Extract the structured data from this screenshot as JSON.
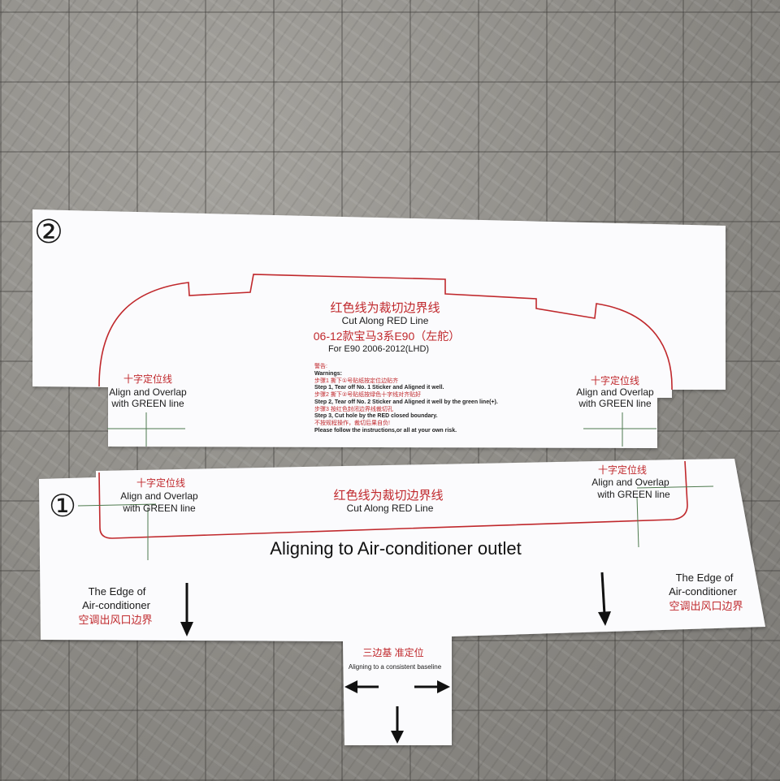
{
  "sheet2": {
    "number": "②",
    "cut_cn": "红色线为裁切边界线",
    "cut_en": "Cut Along RED Line",
    "model_cn": "06-12款宝马3系E90（左舵）",
    "model_en": "For E90 2006-2012(LHD)",
    "left_align_cn": "十字定位线",
    "left_align_en1": "Align and Overlap",
    "left_align_en2": "with GREEN line",
    "right_align_cn": "十字定位线",
    "right_align_en1": "Align and Overlap",
    "right_align_en2": "with GREEN line",
    "warning_cn": "警告:",
    "warning_en": "Warnings:",
    "step1_cn": "步骤1  撕下①号贴纸按定位边贴齐",
    "step1_en": "Step 1, Tear off No. 1 Sticker and Aligned it well.",
    "step2_cn": "步骤2  撕下②号贴纸按绿色十字线对齐贴好",
    "step2_en": "Step 2, Tear off No. 2 Sticker and Aligned it well by the green line(+).",
    "step3_cn": "步骤3  按红色封闭边界线裁切孔",
    "step3_en": "Step 3,  Cut hole by the RED closed boundary.",
    "risk_cn": "不按规程操作，裁切后果自负!",
    "risk_en": "Please follow the instructions,or all at your own risk."
  },
  "sheet1": {
    "number": "①",
    "left_align_cn": "十字定位线",
    "left_align_en1": "Align and Overlap",
    "left_align_en2": "with GREEN line",
    "cut_cn": "红色线为裁切边界线",
    "cut_en": "Cut Along RED Line",
    "right_align_cn": "十字定位线",
    "right_align_en1": "Align and Overlap",
    "right_align_en2": "with GREEN line",
    "headline": "Aligning to Air-conditioner outlet",
    "left_edge_en1": "The Edge of",
    "left_edge_en2": "Air-conditioner",
    "left_edge_cn": "空调出风口边界",
    "right_edge_en1": "The Edge of",
    "right_edge_en2": "Air-conditioner",
    "right_edge_cn": "空调出风口边界",
    "baseline_cn": "三边基 准定位",
    "baseline_en": "Aligning to a consistent baseline"
  },
  "colors": {
    "cut_line": "#c0282c",
    "guide_line": "#4e7a4e",
    "paper": "#fbfbfd"
  }
}
